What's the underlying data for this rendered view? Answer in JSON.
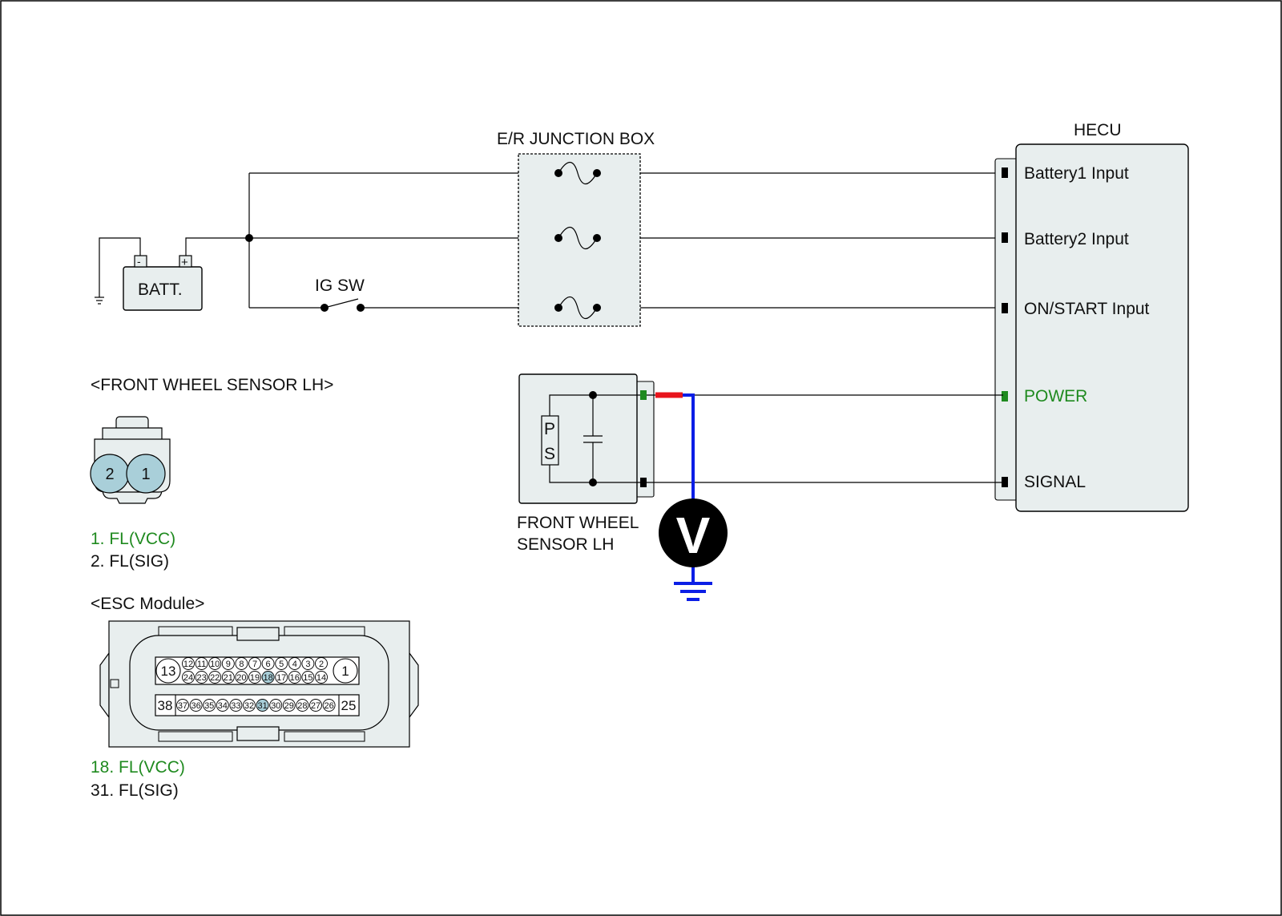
{
  "colors": {
    "fill": "#e8eeee",
    "vcc_green": "#1f8a1f",
    "probe_red": "#e8141c",
    "probe_blue": "#0b1ee6",
    "highlight_pin": "#a9cfd9"
  },
  "junction_box": {
    "label": "E/R JUNCTION BOX"
  },
  "battery": {
    "label": "BATT.",
    "neg": "-",
    "pos": "+"
  },
  "ig_switch": {
    "label": "IG SW"
  },
  "hecu": {
    "label": "HECU",
    "pins": [
      "Battery1 Input",
      "Battery2 Input",
      "ON/START Input",
      "POWER",
      "SIGNAL"
    ]
  },
  "sensor": {
    "symbol_top": "P",
    "symbol_bottom": "S",
    "label_line1": "FRONT WHEEL",
    "label_line2": "SENSOR LH"
  },
  "meter": {
    "label": "V"
  },
  "front_connector": {
    "title": "<FRONT WHEEL SENSOR LH>",
    "pin_left": "2",
    "pin_right": "1",
    "legend_vcc": "1. FL(VCC)",
    "legend_sig": "2. FL(SIG)"
  },
  "esc_module": {
    "title": "<ESC Module>",
    "big_top_left": "13",
    "big_top_right": "1",
    "big_bottom_left": "38",
    "big_bottom_right": "25",
    "row1": [
      "12",
      "11",
      "10",
      "9",
      "8",
      "7",
      "6",
      "5",
      "4",
      "3",
      "2"
    ],
    "row2": [
      "24",
      "23",
      "22",
      "21",
      "20",
      "19",
      "18",
      "17",
      "16",
      "15",
      "14"
    ],
    "row3": [
      "37",
      "36",
      "35",
      "34",
      "33",
      "32",
      "31",
      "30",
      "29",
      "28",
      "27",
      "26"
    ],
    "highlighted": [
      "18",
      "31"
    ],
    "legend_vcc": "18. FL(VCC)",
    "legend_sig": "31. FL(SIG)"
  }
}
